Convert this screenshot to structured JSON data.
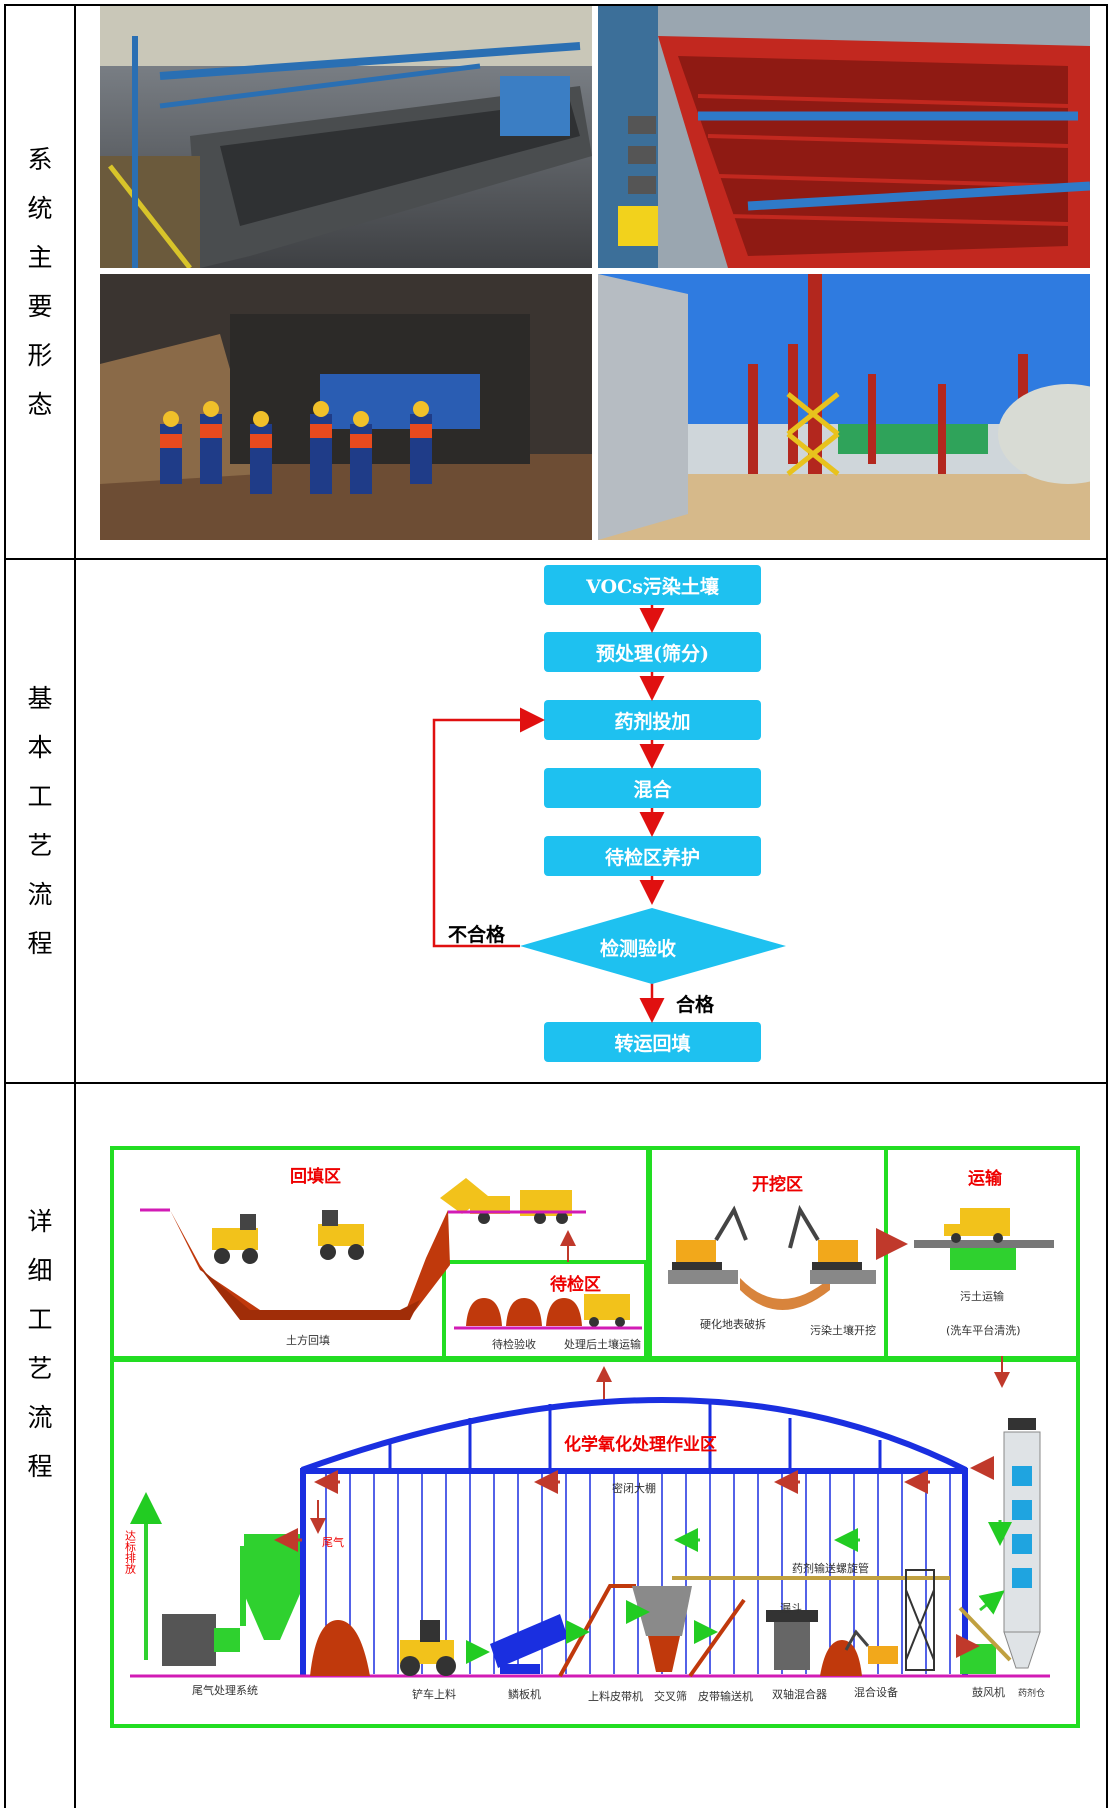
{
  "rows": [
    {
      "label_chars": [
        "系",
        "统",
        "主",
        "要",
        "形",
        "态"
      ]
    },
    {
      "label_chars": [
        "基",
        "本",
        "工",
        "艺",
        "流",
        "程"
      ]
    },
    {
      "label_chars": [
        "详",
        "细",
        "工",
        "艺",
        "流",
        "程"
      ]
    }
  ],
  "flowchart": {
    "steps": [
      "VOCs污染土壤",
      "预处理(筛分)",
      "药剂投加",
      "混合",
      "待检区养护"
    ],
    "decision": "检测验收",
    "final": "转运回填",
    "fail_label": "不合格",
    "pass_label": "合格"
  },
  "diagram": {
    "backfill_zone": "回填区",
    "backfill_caption": "土方回填",
    "inspection_zone": "待检区",
    "inspection_caption": "待检验收",
    "treated_transport_caption": "处理后土壤运输",
    "excavation_zone": "开挖区",
    "hardened_caption": "硬化地表破拆",
    "contaminated_caption": "污染土壤开挖",
    "transport_zone": "运输",
    "soil_transport_caption": "污土运输",
    "wash_caption": "(洗车平台清洗)",
    "treatment_zone": "化学氧化处理作业区",
    "greenhouse_caption": "密闭大棚",
    "reagent_pipe_caption": "药剂输送螺旋管",
    "exhaust_caption": "尾气",
    "emission_caption": "达标排放",
    "machines": [
      "尾气处理系统",
      "铲车上料",
      "鳞板机",
      "上料皮带机",
      "交叉筛",
      "皮带输送机",
      "双轴混合器",
      "混合设备",
      "鼓风机",
      "药剂仓"
    ],
    "hopper_caption": "漏斗"
  },
  "colors": {
    "flow_box": "#1ec1f0",
    "arrow_red": "#e01010",
    "zone_border": "#22dd22",
    "greenhouse_blue": "#1a2fe0",
    "soil": "#c0390c"
  }
}
